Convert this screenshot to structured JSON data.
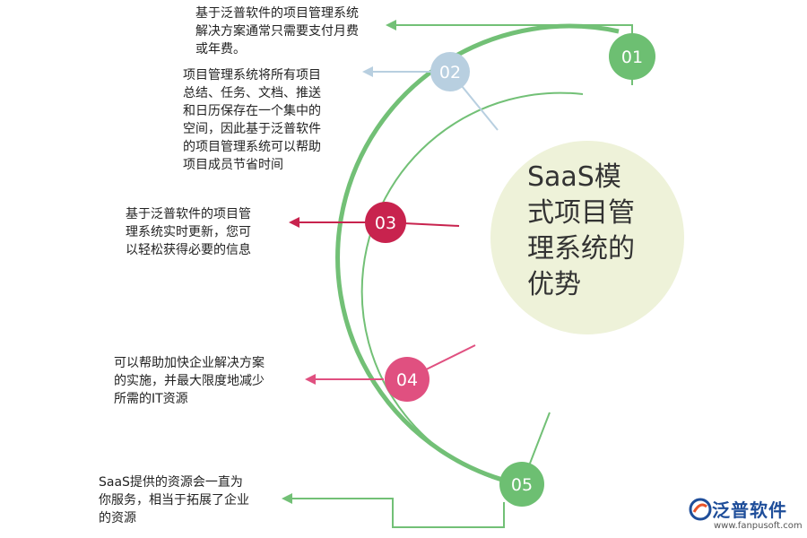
{
  "center": {
    "title": "SaaS模\n式项目管\n理系统的\n优势"
  },
  "items": [
    {
      "number": "01",
      "text": "基于泛普软件的项目管理系统\n解决方案通常只需要支付月费\n或年费。",
      "color": "#6dbf72"
    },
    {
      "number": "02",
      "text": "项目管理系统将所有项目\n总结、任务、文档、推送\n和日历保存在一个集中的\n空间，因此基于泛普软件\n的项目管理系统可以帮助\n项目成员节省时间",
      "color": "#b8cfe0"
    },
    {
      "number": "03",
      "text": "基于泛普软件的项目管\n理系统实时更新，您可\n以轻松获得必要的信息",
      "color": "#c8234e"
    },
    {
      "number": "04",
      "text": "可以帮助加快企业解决方案\n的实施，并最大限度地减少\n所需的IT资源",
      "color": "#e05080"
    },
    {
      "number": "05",
      "text": "SaaS提供的资源会一直为\n你服务，相当于拓展了企业\n的资源",
      "color": "#6dbf72"
    }
  ],
  "logo": {
    "name": "泛普软件",
    "url": "www.fanpusoft.com"
  },
  "colors": {
    "arc": "#72c076",
    "center_fill": "#eef2d9"
  }
}
